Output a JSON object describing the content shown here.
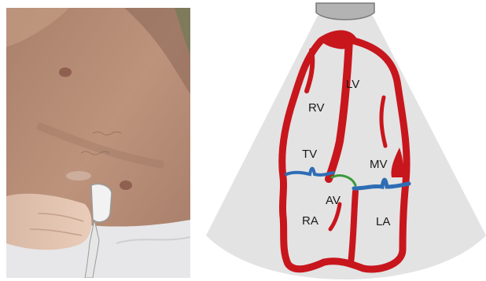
{
  "photo": {
    "subject": "transducer placed on chest in apical four-chamber position"
  },
  "diagram": {
    "colors": {
      "sector": "#e3e3e3",
      "probe": "#b3b3b3",
      "myocardium": "#c8161d",
      "atrioventricular_valves": "#2e6db4",
      "aortic_valve": "#3a9a3a"
    },
    "labels": {
      "lv": "LV",
      "rv": "RV",
      "tv": "TV",
      "mv": "MV",
      "av": "AV",
      "ra": "RA",
      "la": "LA"
    }
  }
}
